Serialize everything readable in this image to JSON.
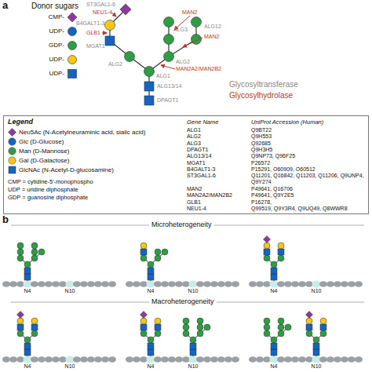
{
  "diagram": {
    "nodes": [
      {
        "text": [
          "Legend"
        ]
      }
    ],
    "labels": [
      "a",
      "Donor sugars",
      "CMP-",
      "UDP-",
      "GDP-",
      "UDP-",
      "UDP-",
      "ST3GAL1-6",
      "NEU1-4",
      "B4GALT1-3",
      "GLB1",
      "MGAT1",
      "ALG2",
      "ALG1",
      "ALG3",
      "ALG12",
      "MAN2",
      "MAN2",
      "ALG2",
      "MAN2A2/MAN2B2",
      "ALG13/14",
      "DPAGT1",
      "Glycosyltransferase",
      "Glycosylhydrolase",
      "Gene Name",
      "UniProt Accession (Human)",
      "ALG1",
      "Q9BT22",
      "ALG2",
      "Q9H553",
      "ALG3",
      "Q92685",
      "DPAGT1",
      "Q9H3H5",
      "ALG13/14",
      "Q9NP73, Q96F25",
      "MGAT1",
      "P26572",
      "B4GALT1-3",
      "P15291, O60909, O60512",
      "ST3GAL1-6",
      "Q11201, Q16842, Q11203, Q11206, Q9UNP4, Q9Y274",
      "MAN2",
      "P49641, Q16706",
      "MAN2A2/MAN2B2",
      "P49641, Q9Y2E5",
      "GLB1",
      "P16278,",
      "NEU1-4",
      "Q99519, Q9Y3R4, Q9UQ49, Q8WWR8",
      "CMP = cytidine-5'-monophospho",
      "UDP = uridine diphosphate",
      "GDP = guanosine diphosphate",
      "b",
      "Microheterogeneity",
      "Macroheterogeneity",
      "N4",
      "N10",
      "N4",
      "N10",
      "N4",
      "N10",
      "N4",
      "N10",
      "N4",
      "N10",
      "N4",
      "N10"
    ],
    "legend": [
      {
        "text": "Neu5Ac (N-Acetylneuraminic acid, sialic acid)",
        "color": "#8e3a9d"
      },
      {
        "text": "Glc (D-Glucose)",
        "color": "#1565c0"
      },
      {
        "text": "Man (D-Mannose)",
        "color": "#2e9e44"
      },
      {
        "text": "Gal (D-Galactose)",
        "color": "#f5c518"
      },
      {
        "text": "GlcNAc (N-Acetyl-D-glucosamine)",
        "color": "#1565c0"
      }
    ]
  }
}
